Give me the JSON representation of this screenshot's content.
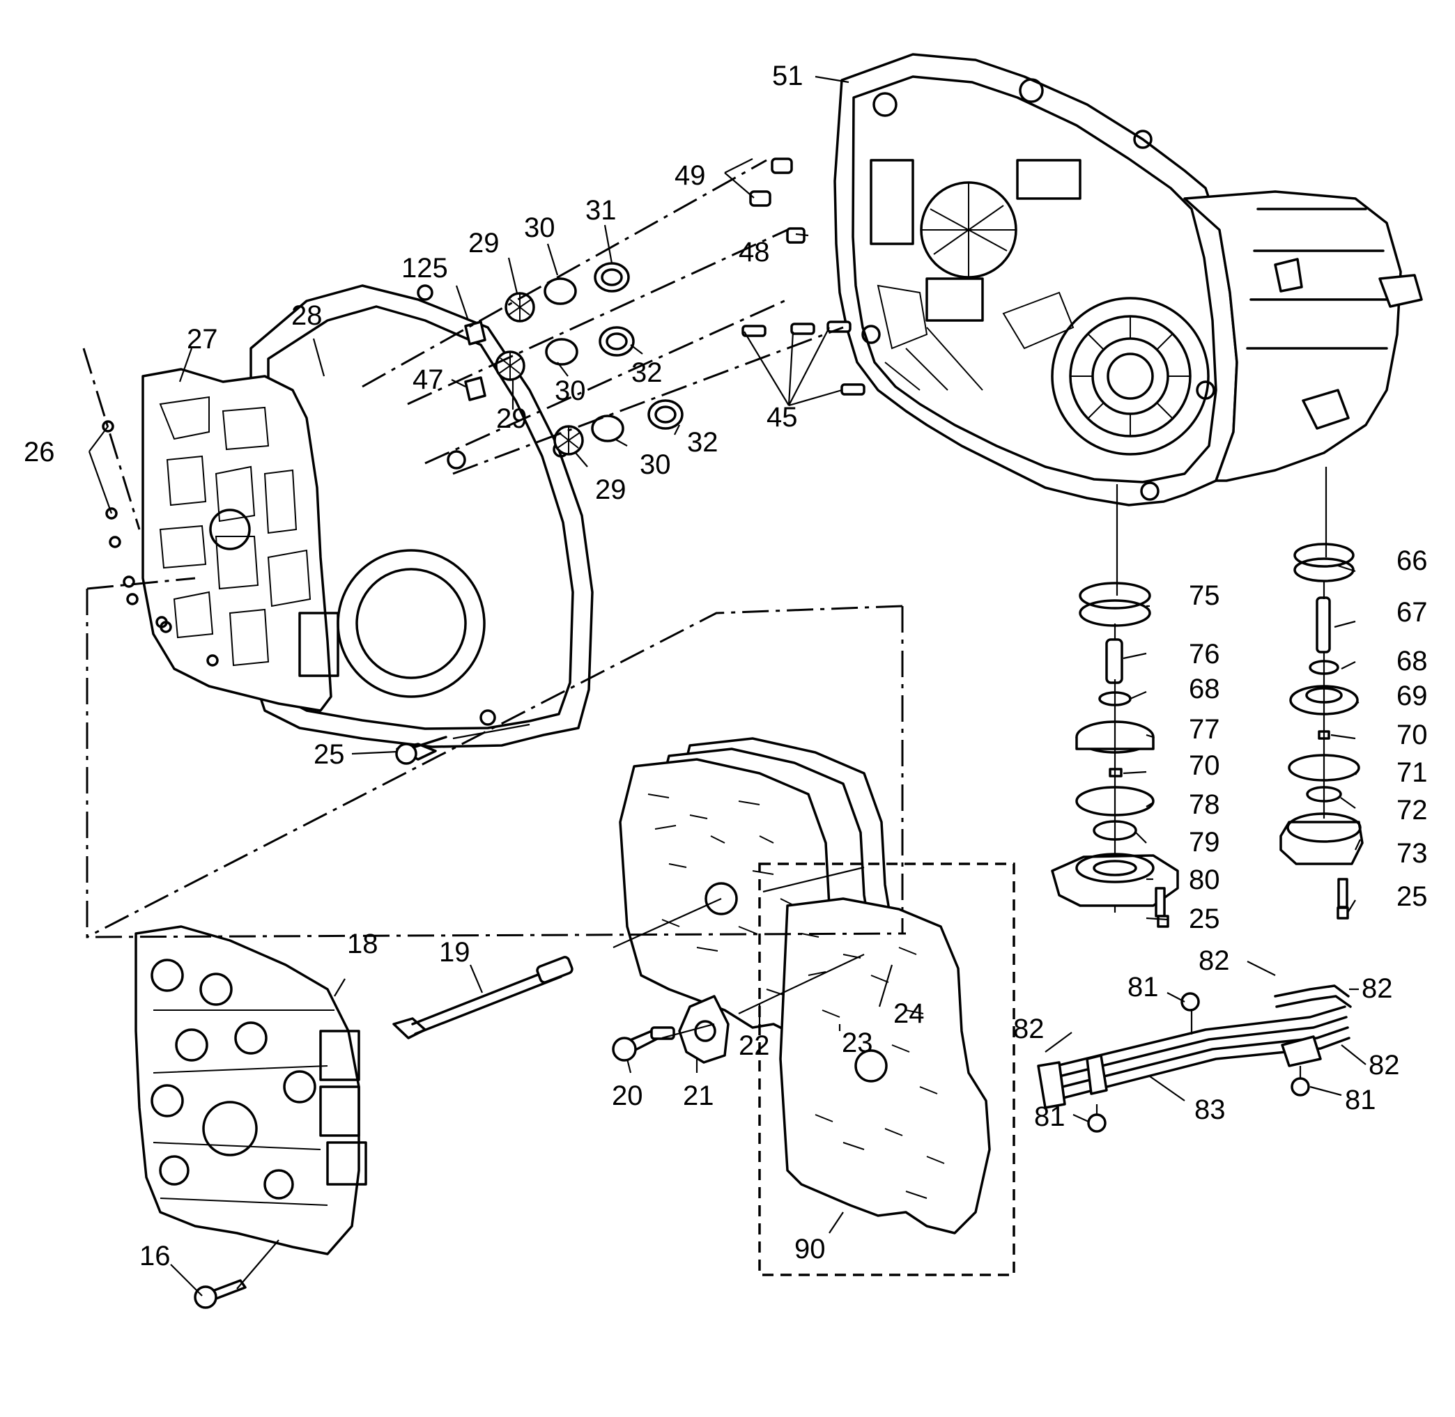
{
  "callouts": [
    {
      "id": "c51",
      "text": "51"
    },
    {
      "id": "c49",
      "text": "49"
    },
    {
      "id": "c48",
      "text": "48"
    },
    {
      "id": "c45",
      "text": "45"
    },
    {
      "id": "c31",
      "text": "31"
    },
    {
      "id": "c30a",
      "text": "30"
    },
    {
      "id": "c29a",
      "text": "29"
    },
    {
      "id": "c125",
      "text": "125"
    },
    {
      "id": "c47",
      "text": "47"
    },
    {
      "id": "c32a",
      "text": "32"
    },
    {
      "id": "c30b",
      "text": "30"
    },
    {
      "id": "c29b",
      "text": "29"
    },
    {
      "id": "c32b",
      "text": "32"
    },
    {
      "id": "c30c",
      "text": "30"
    },
    {
      "id": "c29c",
      "text": "29"
    },
    {
      "id": "c28",
      "text": "28"
    },
    {
      "id": "c27",
      "text": "27"
    },
    {
      "id": "c26",
      "text": "26"
    },
    {
      "id": "c25a",
      "text": "25"
    },
    {
      "id": "c66",
      "text": "66"
    },
    {
      "id": "c67",
      "text": "67"
    },
    {
      "id": "c68a",
      "text": "68"
    },
    {
      "id": "c69",
      "text": "69"
    },
    {
      "id": "c70a",
      "text": "70"
    },
    {
      "id": "c71",
      "text": "71"
    },
    {
      "id": "c72",
      "text": "72"
    },
    {
      "id": "c73",
      "text": "73"
    },
    {
      "id": "c25b",
      "text": "25"
    },
    {
      "id": "c75",
      "text": "75"
    },
    {
      "id": "c76",
      "text": "76"
    },
    {
      "id": "c68b",
      "text": "68"
    },
    {
      "id": "c77",
      "text": "77"
    },
    {
      "id": "c70b",
      "text": "70"
    },
    {
      "id": "c78",
      "text": "78"
    },
    {
      "id": "c79",
      "text": "79"
    },
    {
      "id": "c80",
      "text": "80"
    },
    {
      "id": "c25c",
      "text": "25"
    },
    {
      "id": "c18",
      "text": "18"
    },
    {
      "id": "c19",
      "text": "19"
    },
    {
      "id": "c24",
      "text": "24"
    },
    {
      "id": "c23",
      "text": "23"
    },
    {
      "id": "c22",
      "text": "22"
    },
    {
      "id": "c20",
      "text": "20"
    },
    {
      "id": "c21",
      "text": "21"
    },
    {
      "id": "c16",
      "text": "16"
    },
    {
      "id": "c90",
      "text": "90"
    },
    {
      "id": "c82a",
      "text": "82"
    },
    {
      "id": "c82b",
      "text": "82"
    },
    {
      "id": "c81a",
      "text": "81"
    },
    {
      "id": "c82c",
      "text": "82"
    },
    {
      "id": "c82d",
      "text": "82"
    },
    {
      "id": "c83",
      "text": "83"
    },
    {
      "id": "c81b",
      "text": "81"
    },
    {
      "id": "c81c",
      "text": "81"
    }
  ]
}
